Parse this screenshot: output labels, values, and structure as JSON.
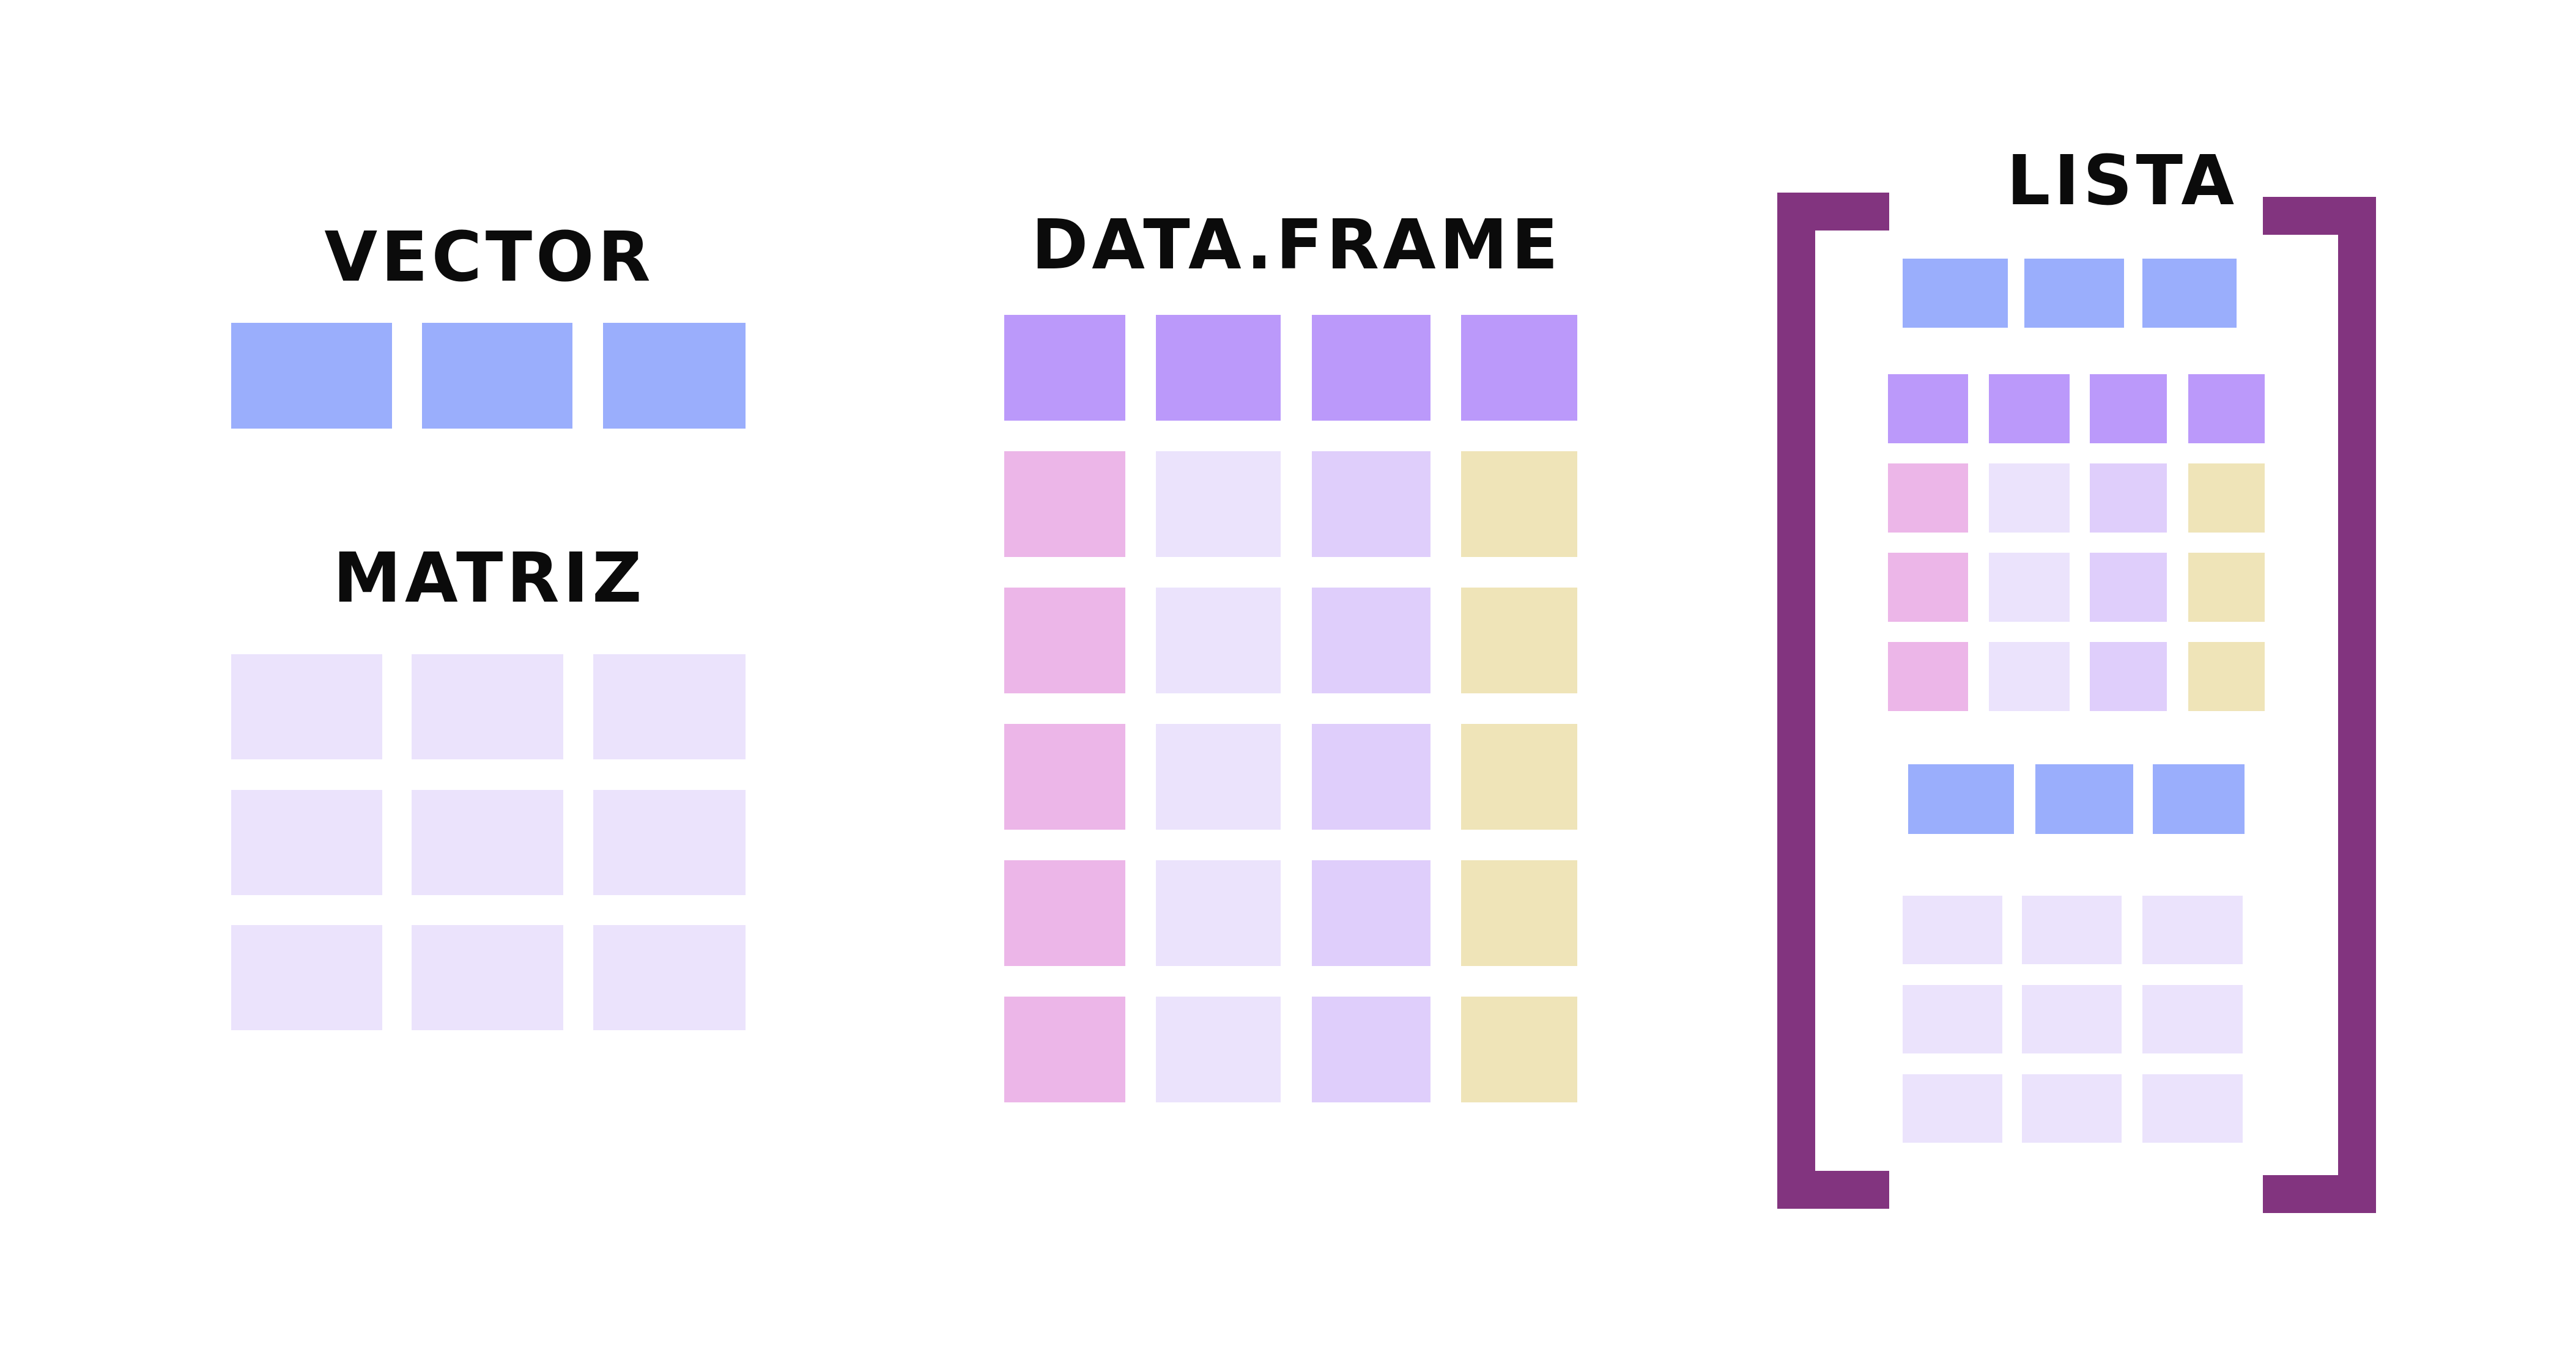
{
  "titles": {
    "vector": "VECTOR",
    "matriz": "MATRIZ",
    "dataframe": "DATA.FRAME",
    "lista": "LISTA"
  },
  "colors": {
    "vector_blue": "#9aaefc",
    "header_purple": "#bb99fa",
    "pink": "#ecb6e8",
    "lavender_light": "#ebe3fc",
    "lavender": "#dfcefb",
    "khaki": "#efe4b8",
    "bracket": "#82347f",
    "text": "#0b0b0b"
  },
  "structures": {
    "vector": {
      "length": 3
    },
    "matriz": {
      "rows": 3,
      "cols": 3
    },
    "dataframe": {
      "header_cols": 4,
      "data_rows": 5,
      "column_types": [
        "pink",
        "lavender_light",
        "lavender",
        "khaki"
      ]
    },
    "lista": {
      "elements": [
        "vector",
        "dataframe",
        "vector",
        "matriz"
      ]
    }
  }
}
